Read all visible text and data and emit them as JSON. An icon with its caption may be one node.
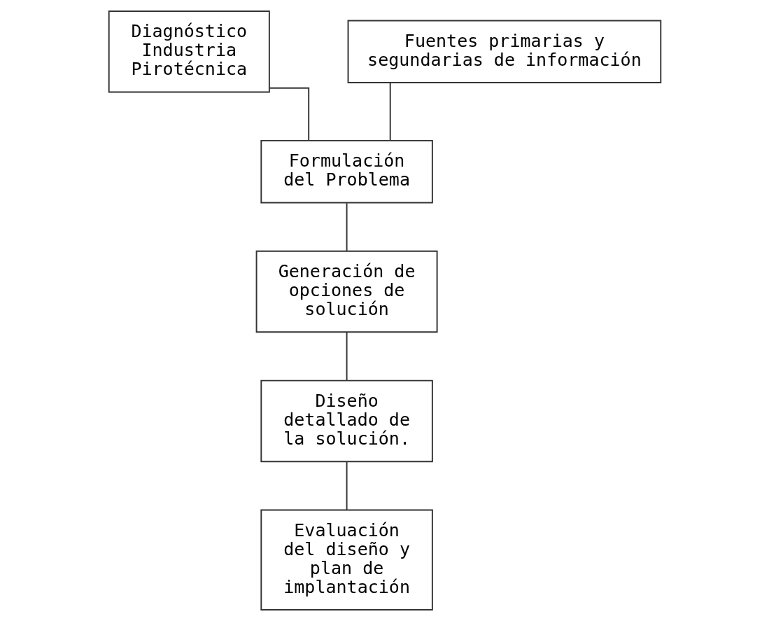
{
  "diagram": {
    "nodes": [
      {
        "text": [
          "Diagnóstico Industria Pirotécnica"
        ]
      },
      {
        "text": [
          "Fuentes primarias y segundarias de información"
        ]
      },
      {
        "text": [
          "Formulación del Problema"
        ]
      },
      {
        "text": [
          "Generación de opciones de solución"
        ]
      },
      {
        "text": [
          "Diseño detallado de la solución."
        ]
      },
      {
        "text": [
          "Evaluación del diseño y plan de implantación"
        ]
      }
    ],
    "edges": [
      {
        "from": 0,
        "to": 2,
        "arrow": "none"
      },
      {
        "from": 1,
        "to": 2,
        "arrow": "none"
      },
      {
        "from": 2,
        "to": 3,
        "arrow": "none"
      },
      {
        "from": 3,
        "to": 4,
        "arrow": "none"
      },
      {
        "from": 4,
        "to": 5,
        "arrow": "none"
      }
    ]
  }
}
